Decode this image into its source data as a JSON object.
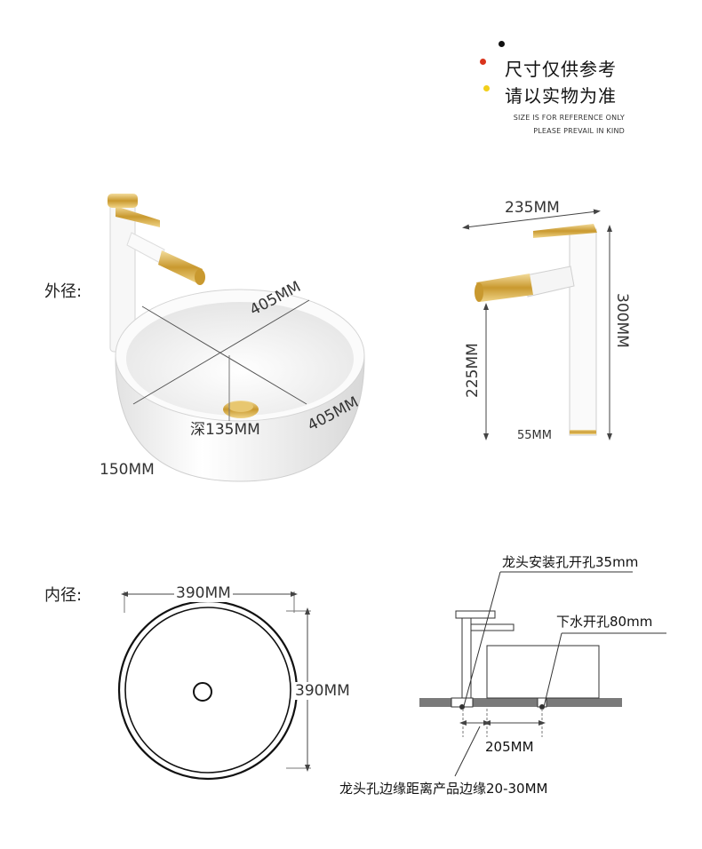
{
  "notes": {
    "line1": "尺寸仅供参考",
    "line2": "请以实物为准",
    "en1": "SIZE IS FOR REFERENCE ONLY",
    "en2": "PLEASE PREVAIL IN KIND",
    "bullet_colors": [
      "#111111",
      "#d9341c",
      "#f2cf1a"
    ]
  },
  "outer": {
    "label": "外径:",
    "diameter_a": "405MM",
    "diameter_b": "405MM",
    "depth": "深135MM",
    "height": "150MM"
  },
  "faucet": {
    "width": "235MM",
    "height": "300MM",
    "spout_height": "225MM",
    "base": "55MM"
  },
  "inner": {
    "label": "内径:",
    "width": "390MM",
    "height": "390MM"
  },
  "install": {
    "faucet_hole": "龙头安装孔开孔35mm",
    "drain_hole": "下水开孔80mm",
    "spacing": "205MM",
    "edge_distance": "龙头孔边缘距离产品边缘20-30MM"
  },
  "colors": {
    "gold": "#d9b15a",
    "basin": "#f4f4f4",
    "line": "#555555"
  }
}
